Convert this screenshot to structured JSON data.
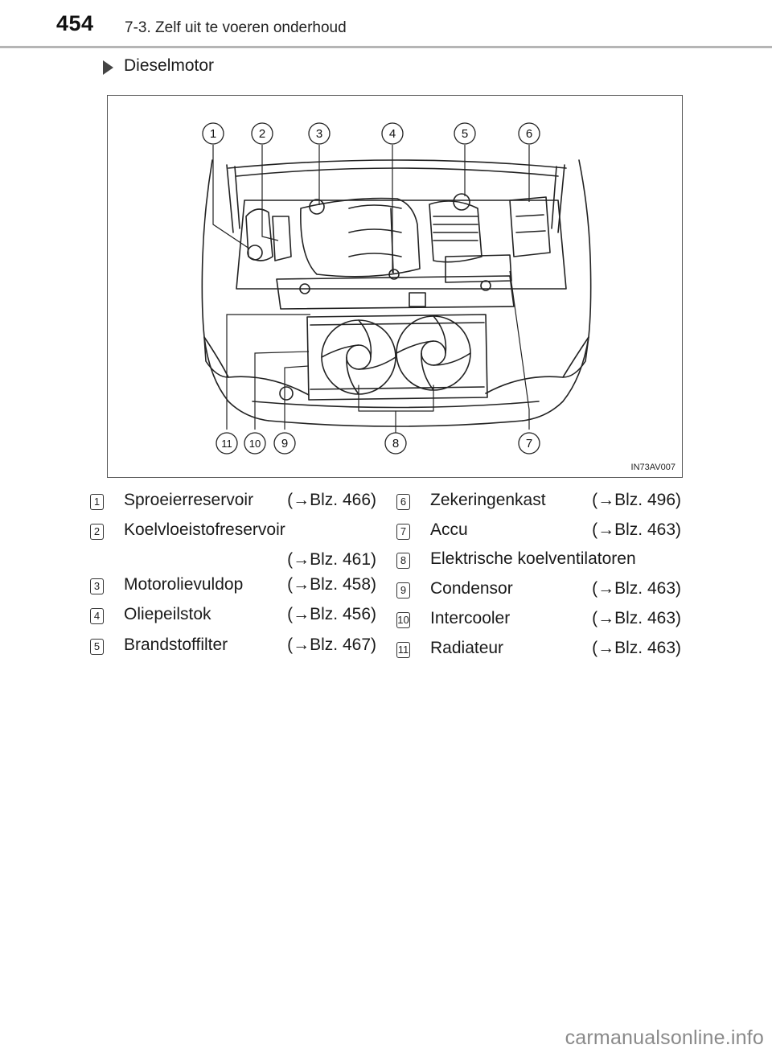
{
  "header": {
    "page_number": "454",
    "section_title": "7-3. Zelf uit te voeren onderhoud"
  },
  "subheading": {
    "icon": "triangle-arrow-right-icon",
    "label": "Dieselmotor"
  },
  "figure": {
    "code": "IN73AV007",
    "callouts": [
      "1",
      "2",
      "3",
      "4",
      "5",
      "6",
      "7",
      "8",
      "9",
      "10",
      "11"
    ]
  },
  "legend": {
    "left": [
      {
        "num": "1",
        "label": "Sproeierreservoir",
        "ref": "(→Blz. 466)"
      },
      {
        "num": "2",
        "label": "Koelvloeistofreservoir",
        "ref": "(→Blz. 461)"
      },
      {
        "num": "3",
        "label": "Motorolievuldop",
        "ref": "(→Blz. 458)"
      },
      {
        "num": "4",
        "label": "Oliepeilstok",
        "ref": "(→Blz. 456)"
      },
      {
        "num": "5",
        "label": "Brandstoffilter",
        "ref": "(→Blz. 467)"
      }
    ],
    "right": [
      {
        "num": "6",
        "label": "Zekeringenkast",
        "ref": "(→Blz. 496)"
      },
      {
        "num": "7",
        "label": "Accu",
        "ref": "(→Blz. 463)"
      },
      {
        "num": "8",
        "label": "Elektrische koelventilatoren",
        "ref": ""
      },
      {
        "num": "9",
        "label": "Condensor",
        "ref": "(→Blz. 463)"
      },
      {
        "num": "10",
        "label": "Intercooler",
        "ref": "(→Blz. 463)"
      },
      {
        "num": "11",
        "label": "Radiateur",
        "ref": "(→Blz. 463)"
      }
    ]
  },
  "footer": {
    "watermark": "carmanualsonline.info"
  }
}
